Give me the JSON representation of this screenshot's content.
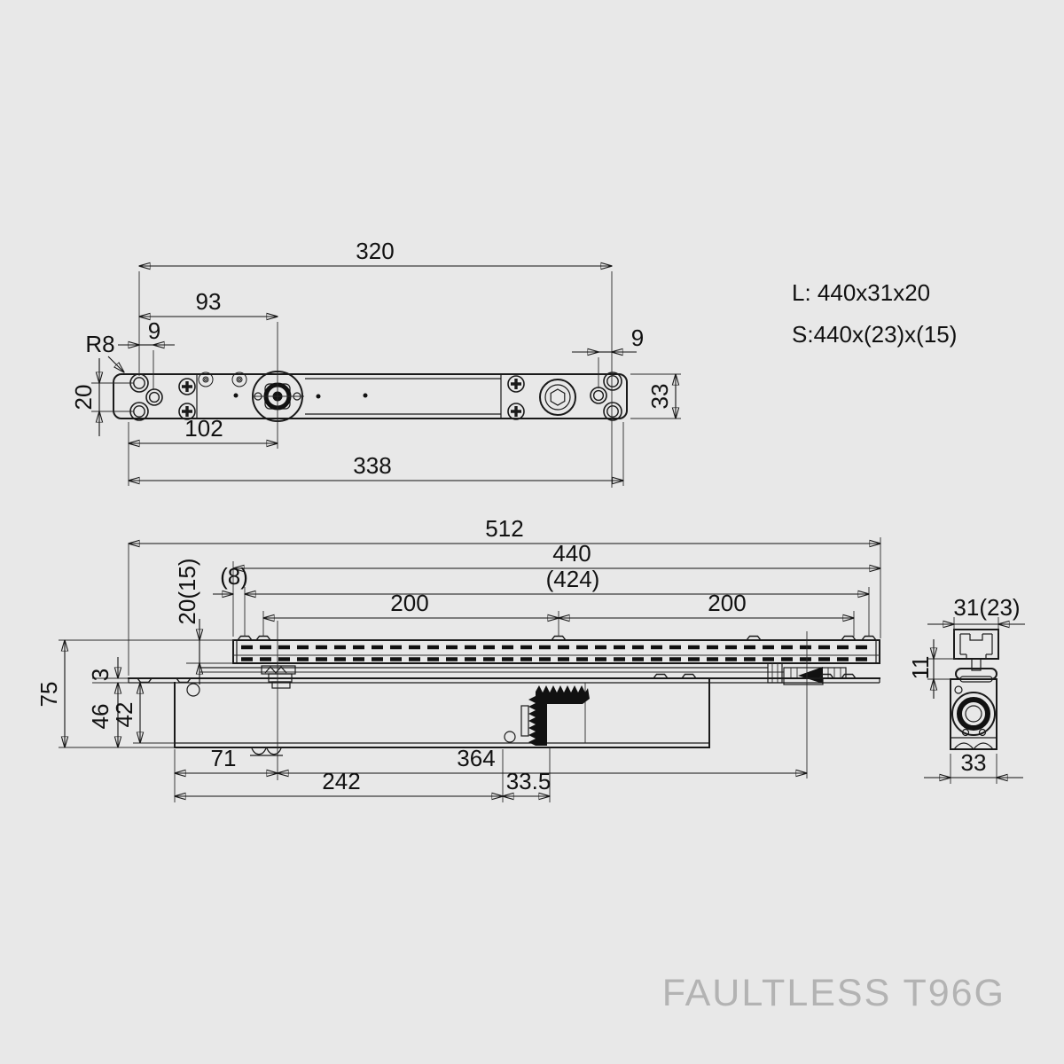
{
  "drawing": {
    "product": "FAULTLESS T96G",
    "spec": {
      "line1": "L: 440x31x20",
      "line2": "S:440x(23)x(15)"
    },
    "colors": {
      "line": "#1a1a1a",
      "background": "#e8e8e8",
      "brand_text": "#b3b3b3"
    },
    "top_view": {
      "dims": {
        "overall_320": "320",
        "pivot_93": "93",
        "offset_9_left": "9",
        "offset_9_right": "9",
        "corner_radius": "R8",
        "hole_pitch_20": "20",
        "body_width_33": "33",
        "pivot_102": "102",
        "overall_338": "338"
      }
    },
    "side_view": {
      "dims": {
        "overall_512": "512",
        "track_length_440": "440",
        "track_holes_424": "(424)",
        "end_hole_8": "(8)",
        "hole_pitch_200_left": "200",
        "hole_pitch_200_right": "200",
        "track_height_20_15": "20(15)",
        "overall_depth_75": "75",
        "plate_3": "3",
        "body_46": "46",
        "body_42": "42",
        "pivot_71": "71",
        "arm_364": "364",
        "body_242": "242",
        "adjust_33_5": "33.5"
      }
    },
    "end_view": {
      "dims": {
        "track_width_31_23": "31(23)",
        "roller_11": "11",
        "body_width_33": "33"
      }
    }
  }
}
